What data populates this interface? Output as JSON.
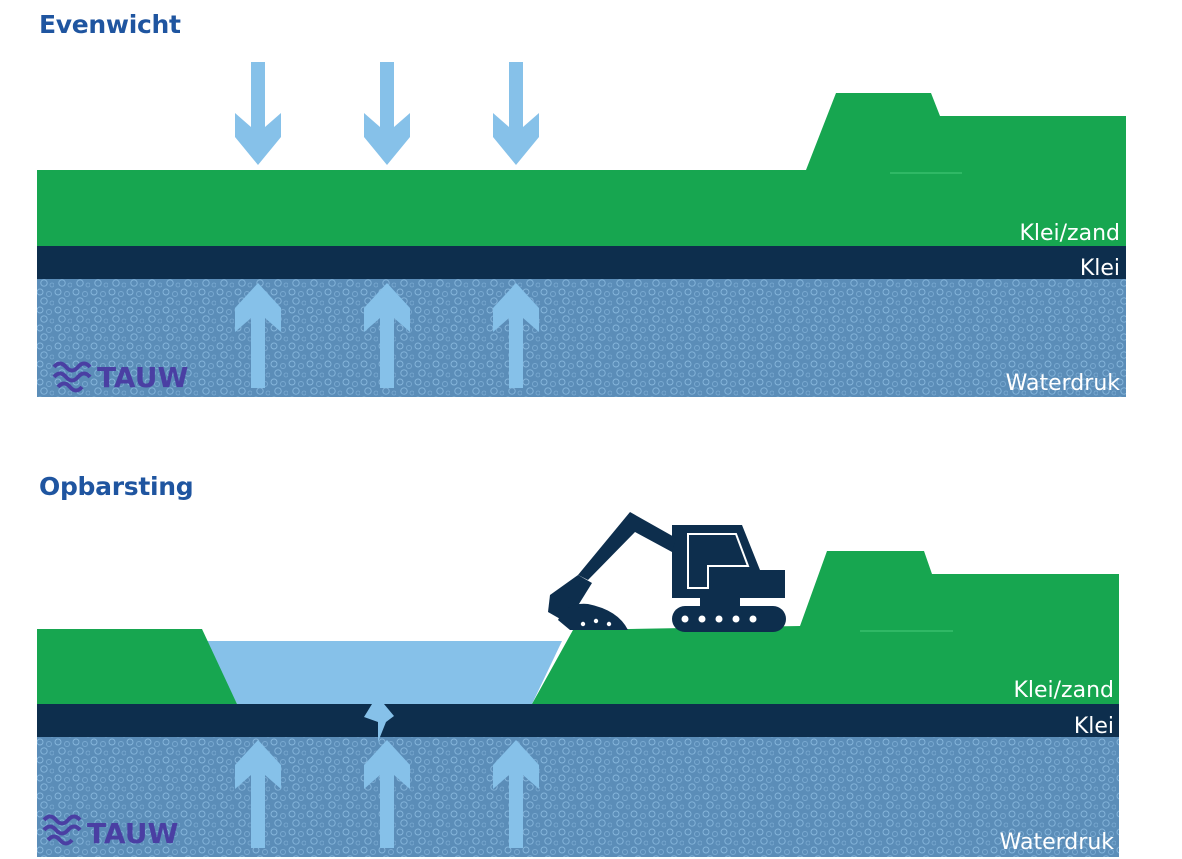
{
  "panels": [
    {
      "title": "Evenwicht",
      "layers": {
        "top": "Klei/zand",
        "middle": "Klei",
        "bottom": "Waterdruk"
      },
      "logo": "TAUW",
      "arrows_down": 3,
      "arrows_up": 3
    },
    {
      "title": "Opbarsting",
      "layers": {
        "top": "Klei/zand",
        "middle": "Klei",
        "bottom": "Waterdruk"
      },
      "logo": "TAUW",
      "arrows_up": 3,
      "features": [
        "excavator-icon",
        "water-pit",
        "crack"
      ]
    }
  ],
  "colors": {
    "title": "#1f55a0",
    "green": "#17a650",
    "clay": "#0d2e4d",
    "water_pressure": "#5b8db8",
    "arrow": "#86c1e9",
    "logo": "#4a3fa3"
  }
}
